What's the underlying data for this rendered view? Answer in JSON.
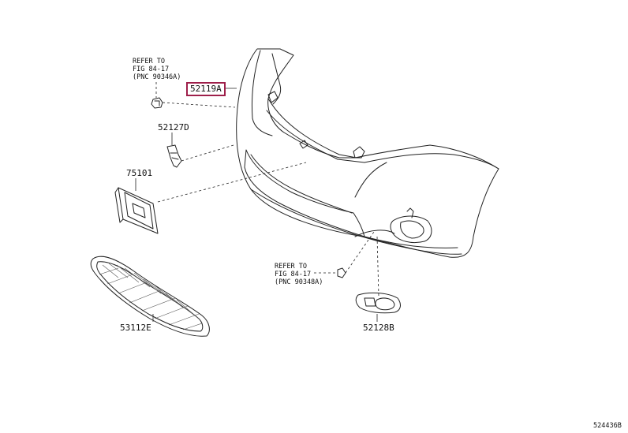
{
  "diagram": {
    "accent_color": "#9e1f4a",
    "line_color": "#222222",
    "parts": [
      {
        "id": "bumper-cover",
        "part_number": "52119A"
      },
      {
        "id": "retainer",
        "part_number": "52127D"
      },
      {
        "id": "license-bracket",
        "part_number": "75101"
      },
      {
        "id": "grille-mesh",
        "part_number": "53112E"
      },
      {
        "id": "fog-cover",
        "part_number": "52128B"
      }
    ],
    "references": [
      {
        "id": "ref-top",
        "line1": "REFER TO",
        "line2": "FIG 84-17",
        "line3": "(PNC 90346A)"
      },
      {
        "id": "ref-mid",
        "line1": "REFER TO",
        "line2": "FIG 84-17",
        "line3": "(PNC 90348A)"
      }
    ],
    "figure_code": "524436B"
  }
}
